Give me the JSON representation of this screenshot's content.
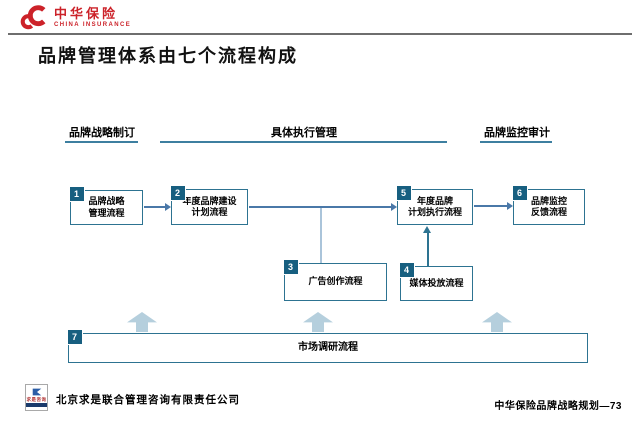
{
  "colors": {
    "brand_red": "#cc2229",
    "box_border": "#2d7391",
    "tab_bg": "#175f80",
    "underline": "#3d7fa0",
    "line_dark": "#4a78a8",
    "line_light": "#aac4da",
    "block_arrow": "#b5cfdd",
    "rule_gray": "#6e6e6e"
  },
  "header": {
    "brand_cn": "中华保险",
    "brand_en": "CHINA INSURANCE",
    "title": "品牌管理体系由七个流程构成"
  },
  "columns": {
    "left": "品牌战略制订",
    "center": "具体执行管理",
    "right": "品牌监控审计"
  },
  "boxes": {
    "b1": {
      "num": "1",
      "line1": "品牌战略",
      "line2": "管理流程"
    },
    "b2": {
      "num": "2",
      "line1": "年度品牌建设",
      "line2": "计划流程"
    },
    "b3": {
      "num": "3",
      "line1": "广告创作流程"
    },
    "b4": {
      "num": "4",
      "line1": "媒体投放流程"
    },
    "b5": {
      "num": "5",
      "line1": "年度品牌",
      "line2": "计划执行流程"
    },
    "b6": {
      "num": "6",
      "line1": "品牌监控",
      "line2": "反馈流程"
    },
    "b7": {
      "num": "7",
      "line1": "市场调研流程"
    }
  },
  "footer": {
    "consultant_logo_text": "求是咨询",
    "company": "北京求是联合管理咨询有限责任公司",
    "page_label": "中华保险品牌战略规划—73"
  }
}
